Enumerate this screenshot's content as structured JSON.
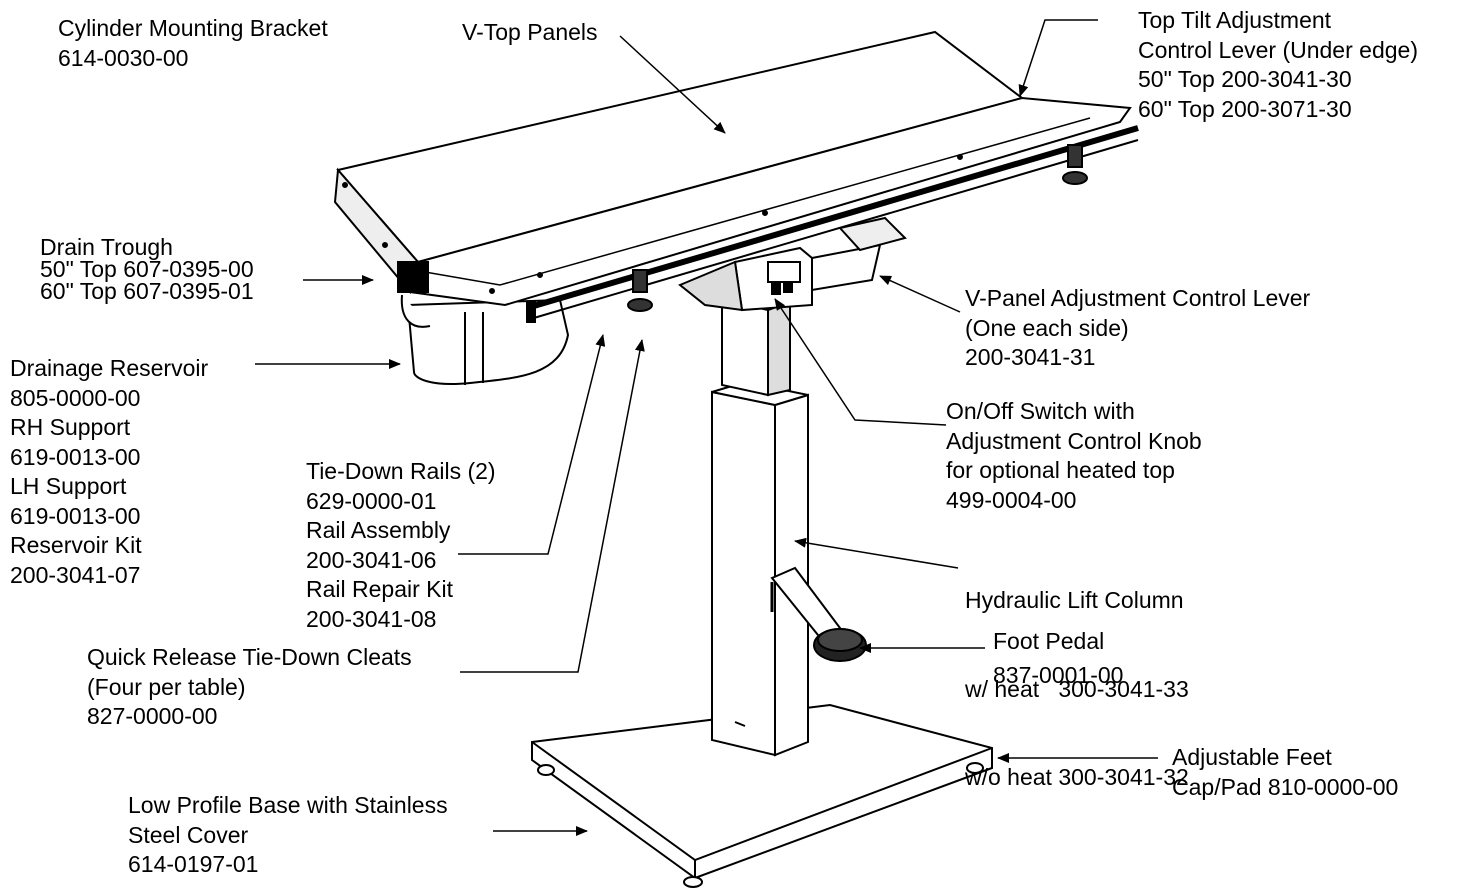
{
  "callouts": {
    "cylinder_bracket": [
      "Cylinder Mounting Bracket",
      "614-0030-00"
    ],
    "v_top_panels": [
      "V-Top Panels"
    ],
    "top_tilt": [
      "Top Tilt Adjustment",
      "Control Lever (Under edge)",
      "50\" Top 200-3041-30",
      "60\" Top 200-3071-30"
    ],
    "drain_trough": [
      "Drain Trough",
      "50\" Top 607-0395-00",
      "60\" Top 607-0395-01"
    ],
    "drainage_reservoir": [
      "Drainage Reservoir",
      "805-0000-00",
      "RH Support",
      "619-0013-00",
      "LH Support",
      "619-0013-00",
      "Reservoir Kit",
      "200-3041-07"
    ],
    "v_panel_lever": [
      "V-Panel Adjustment Control Lever",
      "(One each side)",
      "200-3041-31"
    ],
    "on_off_switch": [
      "On/Off Switch with",
      "Adjustment Control Knob",
      "for optional heated top",
      "499-0004-00"
    ],
    "tie_down_rails": [
      "Tie-Down Rails (2)",
      "629-0000-01",
      "Rail Assembly",
      "200-3041-06",
      "Rail Repair Kit",
      "200-3041-08"
    ],
    "hydraulic_column": [
      "Hydraulic Lift Column",
      "w/ heat   300-3041-33",
      "w/o heat 300-3041-32"
    ],
    "quick_release_cleats": [
      "Quick Release Tie-Down Cleats",
      "(Four per table)",
      "827-0000-00"
    ],
    "foot_pedal": [
      "Foot Pedal",
      "837-0001-00"
    ],
    "adjustable_feet": [
      "Adjustable Feet",
      "Cap/Pad 810-0000-00"
    ],
    "low_profile_base": [
      "Low Profile Base with Stainless",
      "Steel Cover",
      "614-0197-01"
    ]
  }
}
